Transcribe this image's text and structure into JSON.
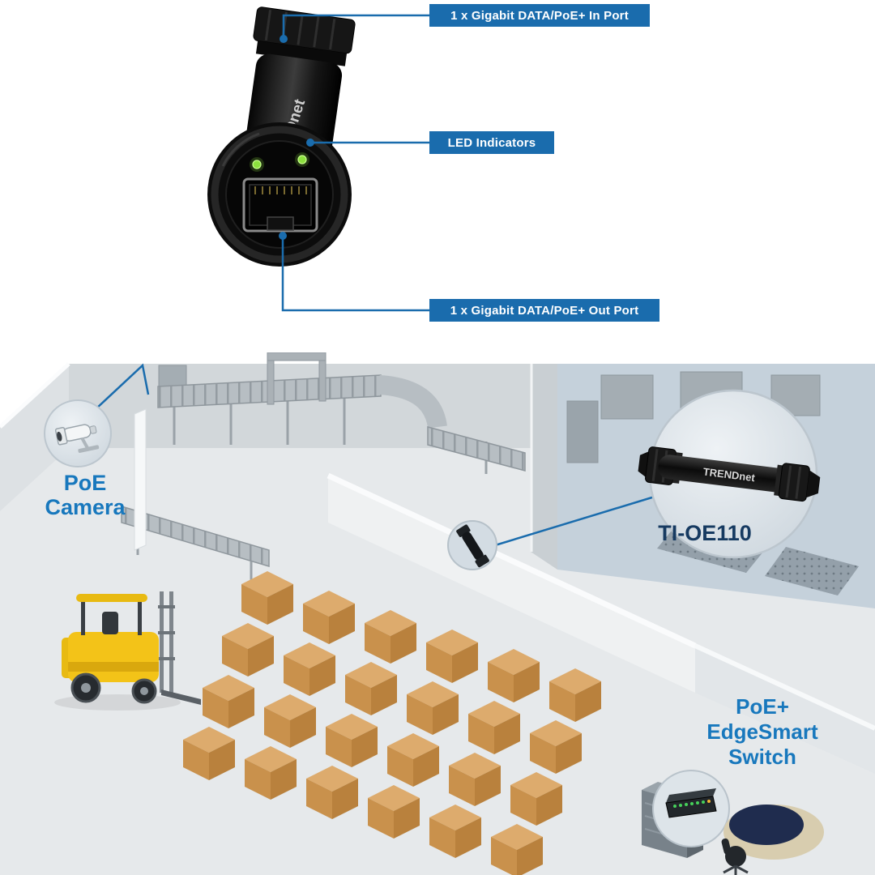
{
  "header_callouts": {
    "in_port": "1 x Gigabit DATA/PoE+ In Port",
    "led": "LED Indicators",
    "out_port": "1 x Gigabit DATA/PoE+ Out Port"
  },
  "device": {
    "brand": "TRENDnet"
  },
  "scene": {
    "camera": {
      "line1": "PoE",
      "line2": "Camera"
    },
    "extender": {
      "model": "TI-OE110"
    },
    "switch": {
      "line1": "PoE+",
      "line2": "EdgeSmart",
      "line3": "Switch"
    }
  },
  "colors": {
    "callout_bg": "#1a6cad",
    "connector_line": "#1a6cad",
    "label_blue": "#1878bd",
    "model_navy": "#163a61",
    "crate_top": "#ddab6d",
    "crate_left": "#c9914c",
    "crate_right": "#b9813d",
    "forklift_yellow": "#f3c318",
    "led_green": "#8ce03e"
  }
}
